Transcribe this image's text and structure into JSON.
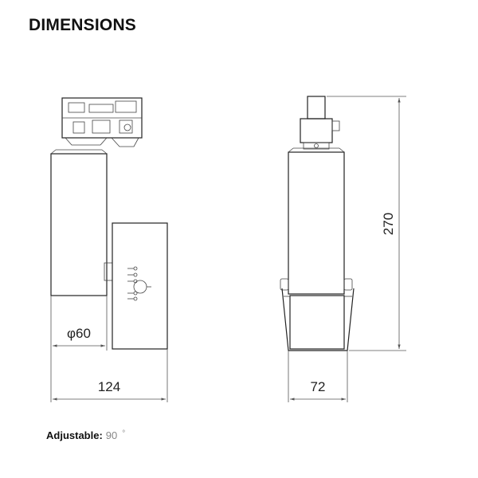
{
  "header": {
    "title": "DIMENSIONS"
  },
  "dimensions": {
    "diameter": "φ60",
    "width_side": "124",
    "width_front": "72",
    "height": "270"
  },
  "footer": {
    "label": "Adjustable:",
    "value": "90",
    "unit": "°"
  }
}
